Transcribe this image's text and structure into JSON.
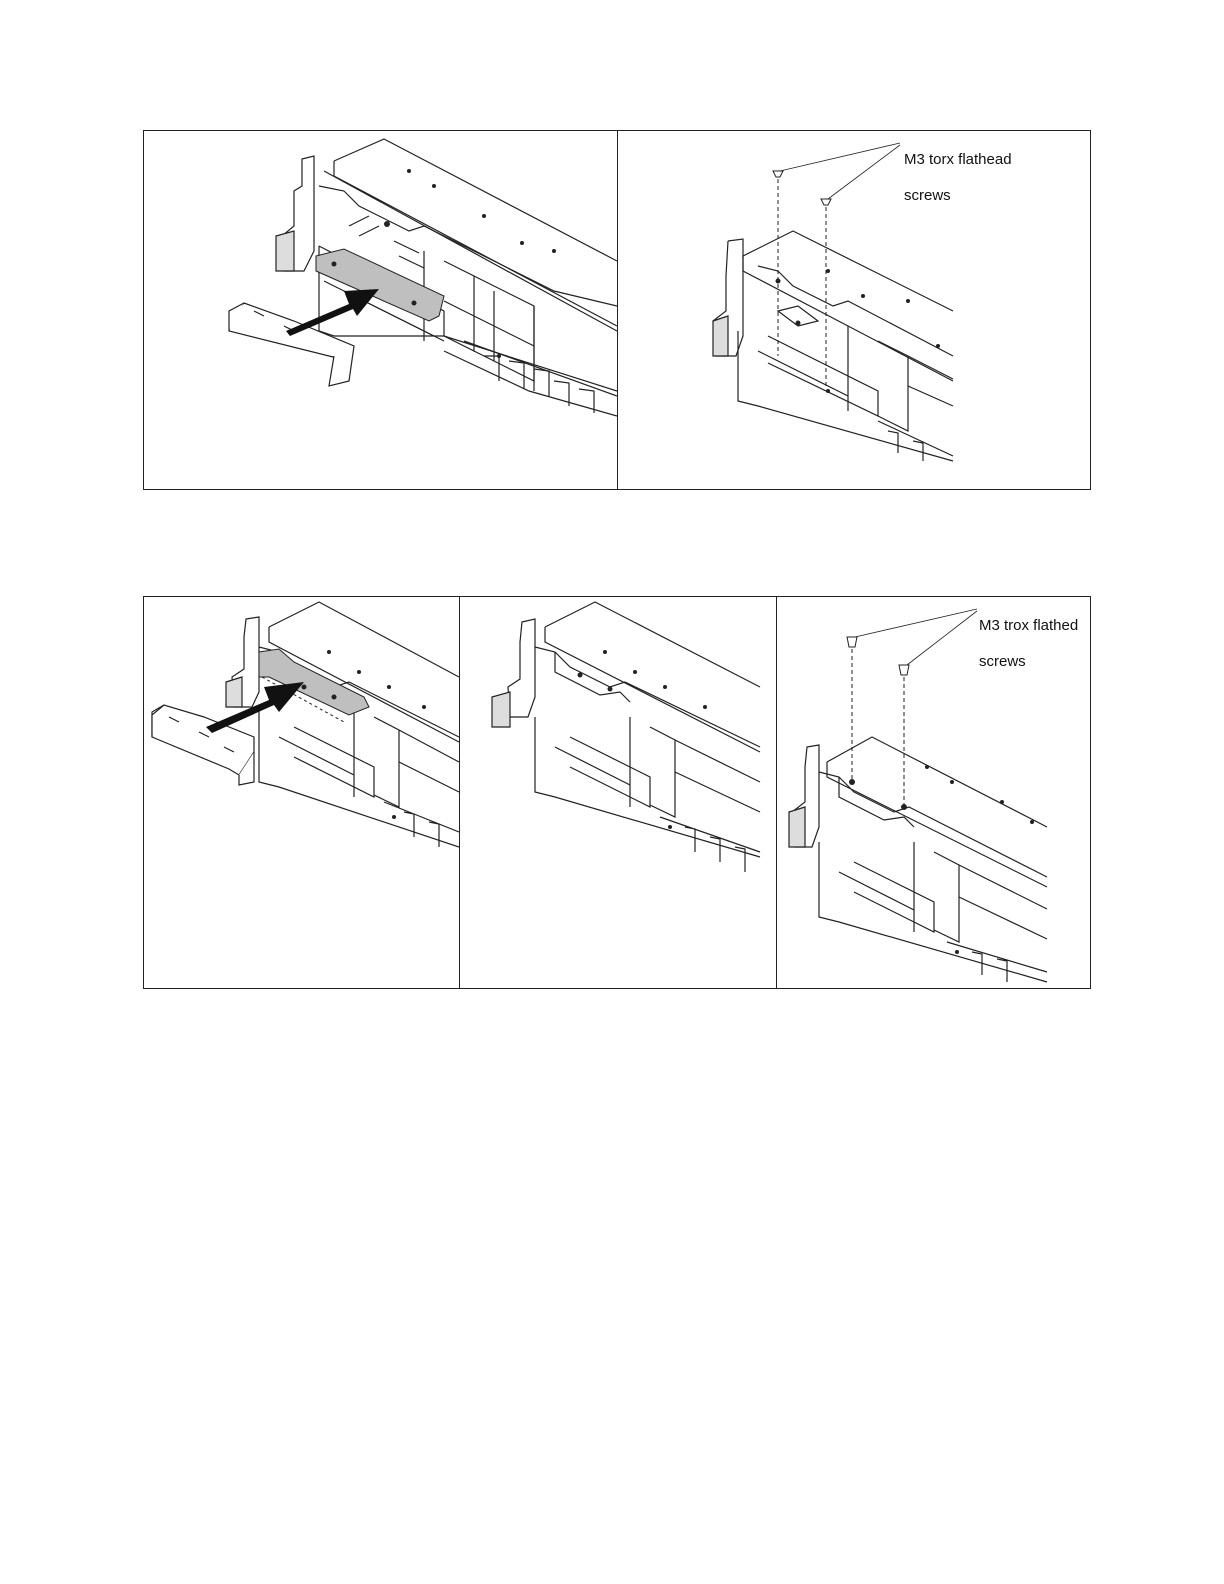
{
  "figures": [
    {
      "panels": [
        {
          "step": "slide-in-bracket"
        },
        {
          "step": "install-screws",
          "callout": {
            "line1": "M3 torx flathead",
            "line2": "screws"
          }
        }
      ]
    },
    {
      "panels": [
        {
          "step": "slide-in-bracket"
        },
        {
          "step": "bracket-seated"
        },
        {
          "step": "install-screws",
          "callout": {
            "line1": "M3 trox flathed",
            "line2": "screws"
          }
        }
      ]
    }
  ],
  "colors": {
    "line": "#222222",
    "highlight": "#bfbfbf",
    "arrow": "#111111"
  },
  "icons": [
    "server-chassis-drawing",
    "bracket-drawing",
    "arrow-icon",
    "screw-icon",
    "leader-line"
  ]
}
